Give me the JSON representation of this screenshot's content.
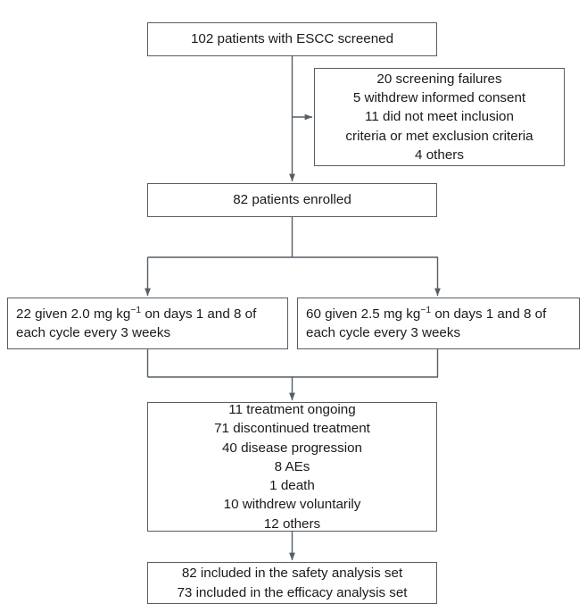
{
  "figure": {
    "type": "flowchart",
    "title": "CONSORT-style patient disposition flow diagram",
    "line_color": "#555f66",
    "text_color": "#1a1a1a",
    "background": "#ffffff"
  },
  "nodes": {
    "screened": {
      "lines": [
        "102 patients with ESCC screened"
      ]
    },
    "screening_failures": {
      "lines": [
        "20 screening failures",
        "5 withdrew informed consent",
        "11 did not meet inclusion",
        "criteria or met exclusion criteria",
        "4 others"
      ]
    },
    "enrolled": {
      "lines": [
        "82 patients enrolled"
      ]
    },
    "dose_low": {
      "line1_pre": "22 given 2.0 mg kg",
      "line1_sup": "−1",
      "line1_post": " on days 1 and 8 of",
      "line2": "each cycle every 3 weeks"
    },
    "dose_high": {
      "line1_pre": "60 given 2.5 mg kg",
      "line1_sup": "−1",
      "line1_post": " on days 1 and 8 of",
      "line2": "each cycle every 3 weeks"
    },
    "disposition": {
      "lines": [
        "11 treatment ongoing",
        "71 discontinued treatment",
        "40 disease progression",
        "8 AEs",
        "1 death",
        "10 withdrew voluntarily",
        "12 others"
      ]
    },
    "analysis": {
      "lines": [
        "82 included in the safety analysis set",
        "73 included in the efficacy analysis set"
      ]
    }
  },
  "chart_data": {
    "type": "flowchart",
    "title": "102 patients with ESCC screened",
    "counts": {
      "screened": 102,
      "screening_failures": 20,
      "withdrew_informed_consent": 5,
      "did_not_meet_inclusion_or_met_exclusion": 11,
      "screening_other": 4,
      "enrolled": 82,
      "dose_2_0_mg_per_kg": 22,
      "dose_2_5_mg_per_kg": 60,
      "treatment_ongoing": 11,
      "discontinued_treatment": 71,
      "disease_progression": 40,
      "adverse_events": 8,
      "death": 1,
      "withdrew_voluntarily": 10,
      "discontinued_other": 12,
      "safety_analysis_set": 82,
      "efficacy_analysis_set": 73
    },
    "edges": [
      {
        "from": "screened",
        "to": "screening_failures",
        "direction": "right"
      },
      {
        "from": "screened",
        "to": "enrolled",
        "direction": "down"
      },
      {
        "from": "enrolled",
        "to": "dose_2_0_mg_per_kg",
        "direction": "down-left"
      },
      {
        "from": "enrolled",
        "to": "dose_2_5_mg_per_kg",
        "direction": "down-right"
      },
      {
        "from": "dose_2_0_mg_per_kg",
        "to": "disposition",
        "direction": "down-merge"
      },
      {
        "from": "dose_2_5_mg_per_kg",
        "to": "disposition",
        "direction": "down-merge"
      },
      {
        "from": "disposition",
        "to": "analysis",
        "direction": "down"
      }
    ]
  }
}
